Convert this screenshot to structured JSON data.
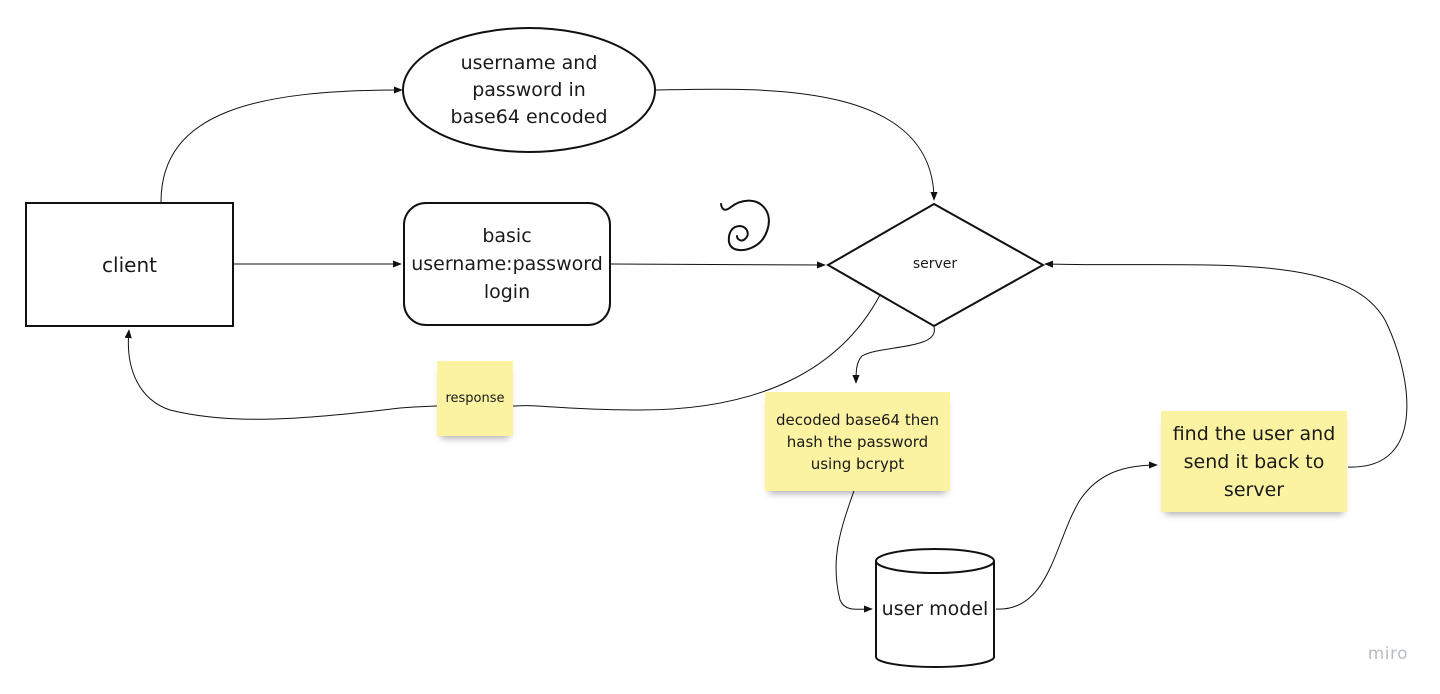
{
  "nodes": {
    "client": "client",
    "credentials": "username and\npassword in\nbase64 encoded",
    "basic_login": "basic\nusername:password\nlogin",
    "server": "server",
    "user_model": "user model"
  },
  "stickies": {
    "response": "response",
    "decode": "decoded base64 then\nhash the password\nusing bcrypt",
    "find_user": "find the user and\nsend it back to\nserver"
  },
  "colors": {
    "stroke": "#111111",
    "sticky": "#fbf3a2",
    "watermark": "#b7bcc4"
  },
  "watermark": "miro"
}
